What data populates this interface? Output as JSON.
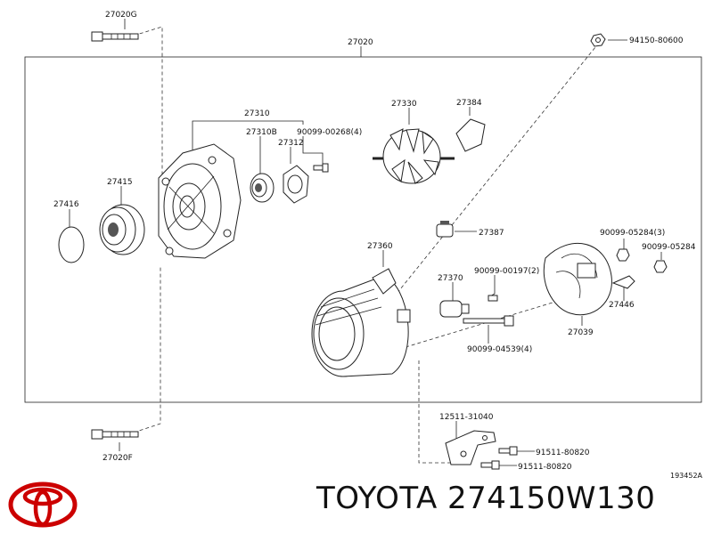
{
  "labels": {
    "p27020G": "27020G",
    "p27020": "27020",
    "p94150": "94150-80600",
    "p27310": "27310",
    "p27310B": "27310B",
    "p90099_00268": "90099-00268(4)",
    "p27312": "27312",
    "p27330": "27330",
    "p27384": "27384",
    "p27415": "27415",
    "p27416": "27416",
    "p27387": "27387",
    "p90099_05284_3": "90099-05284(3)",
    "p90099_05284": "90099-05284",
    "p27360": "27360",
    "p90099_00197": "90099-00197(2)",
    "p27370": "27370",
    "p27446": "27446",
    "p27039": "27039",
    "p90099_04539": "90099-04539(4)",
    "p12511": "12511-31040",
    "p91511_a": "91511-80820",
    "p91511_b": "91511-80820",
    "p27020F": "27020F",
    "fig_code": "193452A"
  },
  "brand": {
    "text": "TOYOTA 274150W130",
    "logo": "toyota-logo",
    "logo_color": "#cc0000"
  }
}
